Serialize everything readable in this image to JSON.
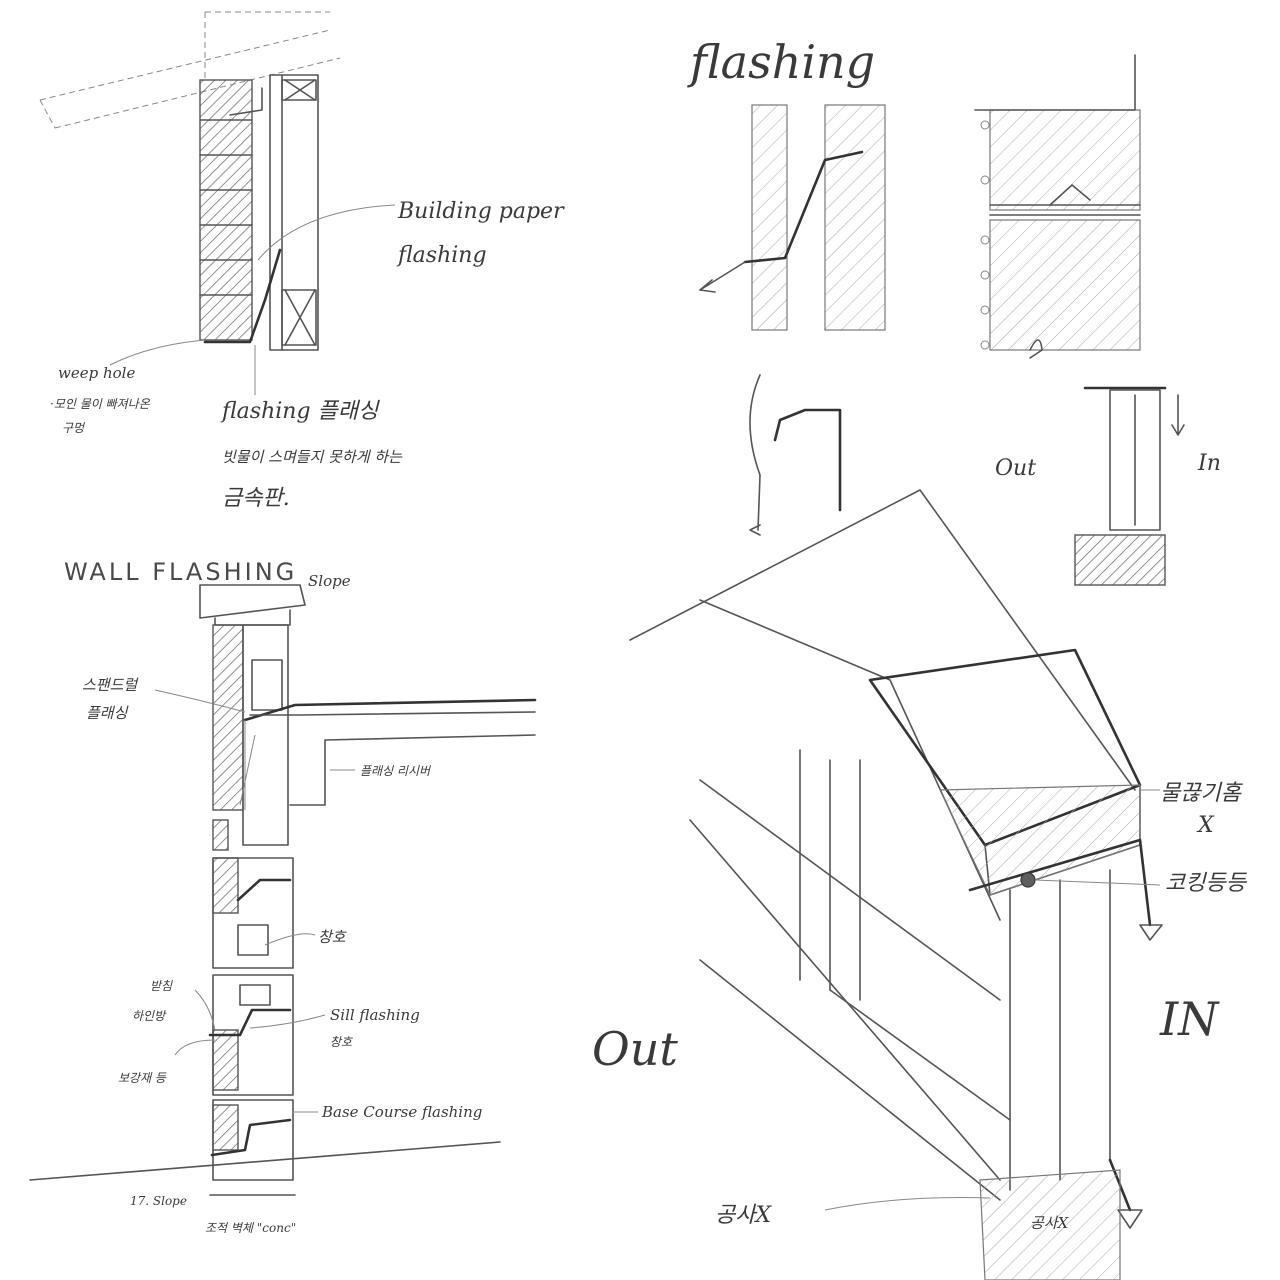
{
  "labels": {
    "flashing_title": "flashing",
    "building_paper": "Building paper",
    "flashing_en": "flashing",
    "weep_hole": "weep hole",
    "weep_hole_kr1": "·모인 물이 빠져나온",
    "weep_hole_kr2": "구멍",
    "flashing_kr_line1": "flashing 플래싱",
    "flashing_kr_line2": "빗물이 스며들지 못하게 하는",
    "flashing_kr_line3": "금속판.",
    "wall_flashing": "WALL  FLASHING",
    "slope_top": "Slope",
    "spandrel_kr1": "스팬드럴",
    "spandrel_kr2": "플래싱",
    "flashing_receiver_kr": "플래싱 리시버",
    "window_kr": "창호",
    "bearing_kr1": "받침",
    "bearing_kr2": "하인방",
    "sill_flashing": "Sill flashing",
    "sill_flashing_kr": "창호",
    "backer_kr": "보강재 등",
    "base_course": "Base Course flashing",
    "slope_bottom": "17. Slope",
    "bottom_kr": "조적 벽체 \"conc\"",
    "out_small": "Out",
    "in_small": "In",
    "out_large": "Out",
    "in_large": "IN",
    "cutoff_kr": "물끊기홈",
    "cutoff_x": "X",
    "caulking_kr": "코킹등등",
    "bottom_left_kr": "공사X",
    "bottom_right_kr": "공사X"
  },
  "colors": {
    "pencil": "#555555",
    "paper": "#ffffff"
  }
}
